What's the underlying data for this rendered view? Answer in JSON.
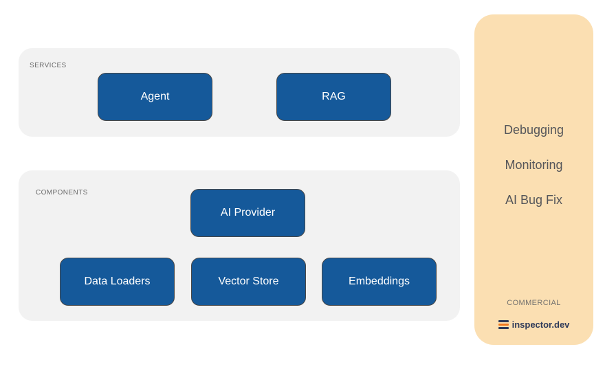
{
  "sections": [
    {
      "label": "SERVICES",
      "nodes": [
        {
          "label": "Agent"
        },
        {
          "label": "RAG"
        }
      ]
    },
    {
      "label": "COMPONENTS",
      "nodes": [
        {
          "label": "AI Provider"
        },
        {
          "label": "Data Loaders"
        },
        {
          "label": "Vector Store"
        },
        {
          "label": "Embeddings"
        }
      ]
    }
  ],
  "sidebar": {
    "features": [
      "Debugging",
      "Monitoring",
      "AI Bug Fix"
    ],
    "tier_label": "COMMERCIAL",
    "brand": "inspector.dev"
  },
  "colors": {
    "page_bg": "#FFFFFF",
    "node_fill": "#15599A",
    "node_border": "#474747",
    "node_text": "#FFFFFF",
    "panel_bg": "#F2F2F2",
    "panel_label": "#6A6A6A",
    "sidebar_bg": "#FBDFB2",
    "sidebar_text": "#55565A",
    "commercial_label": "#73716E",
    "brand_navy": "#2E3A59",
    "brand_orange": "#F0791F"
  }
}
